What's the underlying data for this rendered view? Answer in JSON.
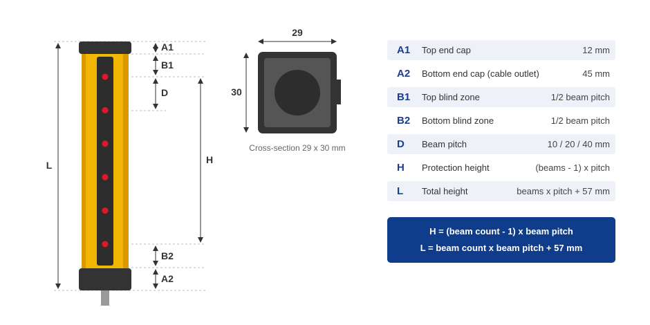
{
  "dimensions": {
    "A1": "A1",
    "B1": "B1",
    "D": "D",
    "H": "H",
    "L": "L",
    "B2": "B2",
    "A2": "A2"
  },
  "cross_section": {
    "width_label": "29",
    "height_label": "30",
    "caption": "Cross-section 29 x 30 mm"
  },
  "colors": {
    "housing_yellow": "#f2b705",
    "housing_dark_yellow": "#d99a00",
    "end_cap": "#333333",
    "beam_led": "#e0192a",
    "accent_blue": "#0f3d8c",
    "code_blue": "#1a3d8f"
  },
  "beam_count": 6,
  "spec_table": [
    {
      "code": "A1",
      "name": "Top end cap",
      "value": "12 mm"
    },
    {
      "code": "A2",
      "name": "Bottom end cap (cable outlet)",
      "value": "45 mm"
    },
    {
      "code": "B1",
      "name": "Top blind zone",
      "value": "1/2 beam pitch"
    },
    {
      "code": "B2",
      "name": "Bottom blind zone",
      "value": "1/2 beam pitch"
    },
    {
      "code": "D",
      "name": "Beam pitch",
      "value": "10 / 20 / 40 mm"
    },
    {
      "code": "H",
      "name": "Protection height",
      "value": "(beams - 1) x pitch"
    },
    {
      "code": "L",
      "name": "Total height",
      "value": "beams x pitch + 57 mm"
    }
  ],
  "formulas": {
    "line1": "H = (beam count - 1) x beam pitch",
    "line2": "L = beam count x beam pitch + 57 mm"
  }
}
